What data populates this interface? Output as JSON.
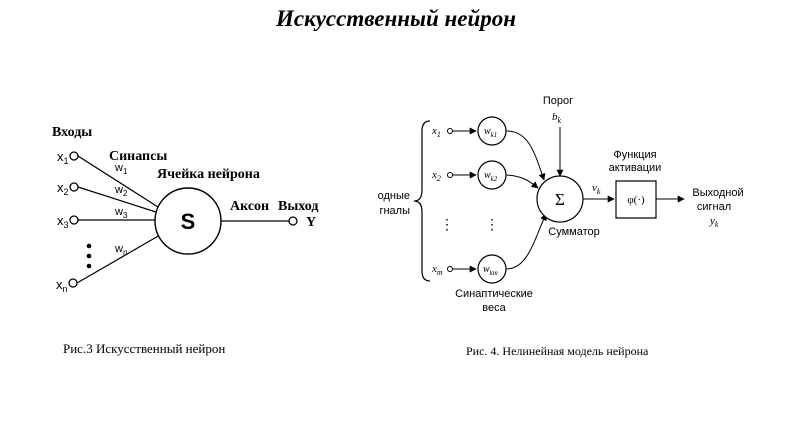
{
  "title": "Искусственный нейрон",
  "fig3": {
    "label_inputs": "Входы",
    "label_synapses": "Синапсы",
    "label_cell": "Ячейка нейрона",
    "label_axon": "Аксон",
    "label_output": "Выход",
    "soma_symbol": "S",
    "output_symbol": "Y",
    "inputs": [
      {
        "base": "x",
        "sub": "1"
      },
      {
        "base": "x",
        "sub": "2"
      },
      {
        "base": "x",
        "sub": "3"
      },
      {
        "base": "x",
        "sub": "n"
      }
    ],
    "weights": [
      {
        "base": "w",
        "sub": "1"
      },
      {
        "base": "w",
        "sub": "2"
      },
      {
        "base": "w",
        "sub": "3"
      },
      {
        "base": "w",
        "sub": "n"
      }
    ],
    "caption": "Рис.3 Искусственный нейрон"
  },
  "fig4": {
    "input_signals_line1": "одные",
    "input_signals_line2": "гналы",
    "inputs": [
      {
        "base": "x",
        "sub": "1"
      },
      {
        "base": "x",
        "sub": "2"
      },
      {
        "base": "x",
        "sub": "m"
      }
    ],
    "weights": [
      {
        "base": "w",
        "sub": "k1"
      },
      {
        "base": "w",
        "sub": "k2"
      },
      {
        "base": "w",
        "sub": "km"
      }
    ],
    "ellipsis": "⋮",
    "threshold_label": "Порог",
    "threshold_base": "b",
    "threshold_sub": "k",
    "sum_symbol": "Σ",
    "adder_label": "Сумматор",
    "v_base": "v",
    "v_sub": "k",
    "activation_line1": "Функция",
    "activation_line2": "активации",
    "activation_symbol": "φ(·)",
    "output_line1": "Выходной",
    "output_line2": "сигнал",
    "output_base": "y",
    "output_sub": "k",
    "synaptic_line1": "Синаптические",
    "synaptic_line2": "веса",
    "caption": "Рис. 4. Нелинейная модель нейрона"
  }
}
